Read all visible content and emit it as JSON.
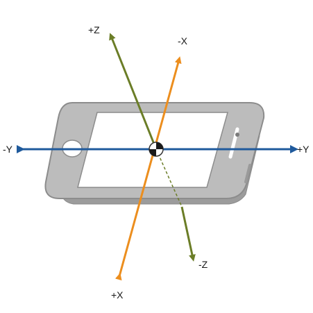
{
  "diagram": {
    "axes": [
      {
        "id": "z",
        "positive_label": "+Z",
        "negative_label": "-Z",
        "color": "#6b7d27"
      },
      {
        "id": "x",
        "positive_label": "+X",
        "negative_label": "-X",
        "color": "#ec8e1e"
      },
      {
        "id": "y",
        "positive_label": "+Y",
        "negative_label": "-Y",
        "color": "#1f5a9c"
      }
    ],
    "device": {
      "type": "phone",
      "orientation": "landscape",
      "body_color": "#bdbdbd",
      "screen_color": "#ffffff"
    }
  }
}
